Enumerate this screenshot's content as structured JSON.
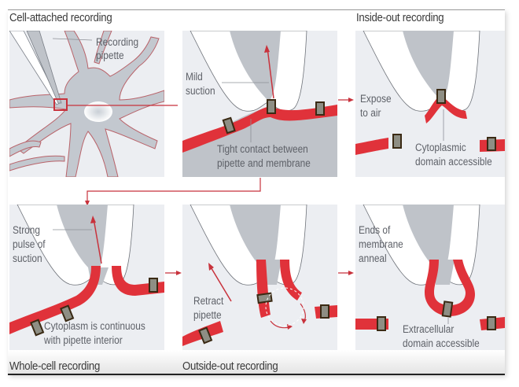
{
  "figure": {
    "titles": {
      "cell_attached": "Cell-attached recording",
      "inside_out": "Inside-out recording",
      "whole_cell": "Whole-cell recording",
      "outside_out": "Outside-out recording"
    },
    "labels": {
      "recording_pipette_1": "Recording",
      "recording_pipette_2": "pipette",
      "mild_suction_1": "Mild",
      "mild_suction_2": "suction",
      "tight_contact_1": "Tight contact between",
      "tight_contact_2": "pipette and membrane",
      "expose_air_1": "Expose",
      "expose_air_2": "to air",
      "cytoplasmic_1": "Cytoplasmic",
      "cytoplasmic_2": "domain accessible",
      "strong_pulse_1": "Strong",
      "strong_pulse_2": "pulse of",
      "strong_pulse_3": "suction",
      "cytoplasm_cont_1": "Cytoplasm is continuous",
      "cytoplasm_cont_2": "with pipette interior",
      "retract_1": "Retract",
      "retract_2": "pipette",
      "anneal_1": "Ends of",
      "anneal_2": "membrane",
      "anneal_3": "anneal",
      "extracellular_1": "Extracellular",
      "extracellular_2": "domain accessible"
    },
    "colors": {
      "membrane": "#e0323a",
      "arrow": "#c8323c",
      "panel_bg": "#eceef2",
      "pipette_fill": "#bfc3c9",
      "cell_fill": "#c3c8cf",
      "channel": "#8e8e84",
      "channel_edge": "#3a2a14"
    }
  }
}
